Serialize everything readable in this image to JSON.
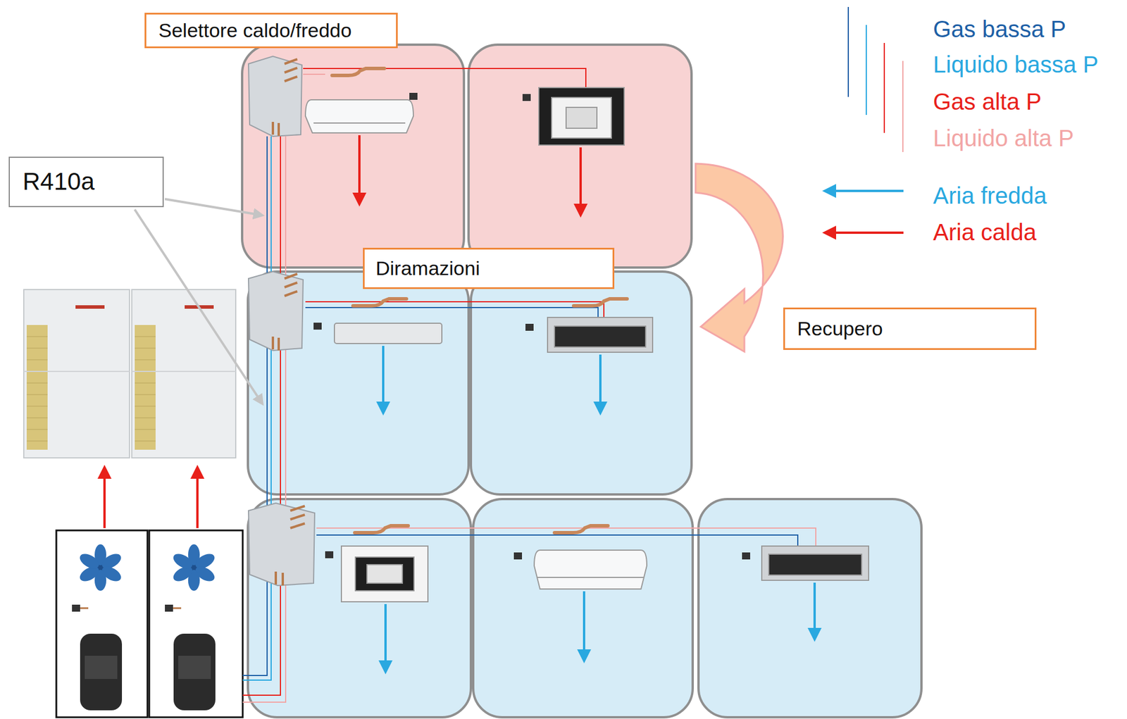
{
  "diagram": {
    "nodes": [
      {
        "text": [
          "Selettore caldo/freddo"
        ]
      },
      {
        "text": [
          "R410a"
        ]
      },
      {
        "text": [
          "Diramazioni"
        ]
      },
      {
        "text": [
          "Recupero"
        ]
      }
    ],
    "legend": [
      {
        "text": "Gas bassa P"
      },
      {
        "text": "Liquido bassa P"
      },
      {
        "text": "Gas alta P"
      },
      {
        "text": "Liquido alta P"
      },
      {
        "text": "Aria fredda"
      },
      {
        "text": "Aria calda"
      }
    ]
  }
}
